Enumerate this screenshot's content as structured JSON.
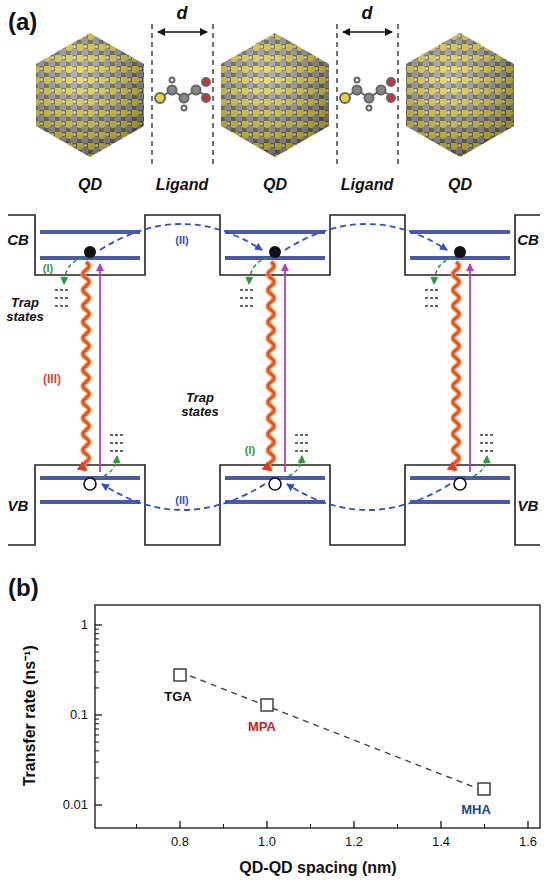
{
  "diagram": {
    "labels": [
      "(a)",
      "d",
      "d",
      "QD",
      "Ligand",
      "QD",
      "Ligand",
      "QD",
      "CB",
      "CB",
      "Trap states",
      "(I)",
      "(II)",
      "(III)",
      "Trap states",
      "(I)",
      "(II)",
      "VB",
      "VB",
      "(b)",
      "1",
      "0.1",
      "0.01",
      "0.8",
      "1.0",
      "1.2",
      "1.4",
      "1.6",
      "QD-QD spacing (nm)",
      "Transfer rate (ns⁻¹)",
      "TGA",
      "MPA",
      "MHA"
    ]
  }
}
